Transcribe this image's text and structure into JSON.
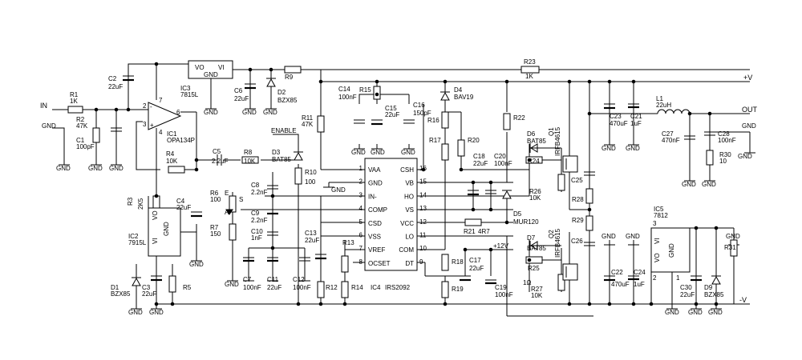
{
  "labels": {
    "in": "IN",
    "out": "OUT",
    "pos_v": "+V",
    "neg_v": "-V",
    "v12": "+12V",
    "gnd": "GND",
    "enable": "ENABLE"
  },
  "ic": {
    "ic1": {
      "ref": "IC1",
      "part": "OPA134P",
      "pins": [
        "2",
        "3",
        "6",
        "7",
        "4"
      ]
    },
    "ic2": {
      "ref": "IC2",
      "part": "7915L",
      "vo": "VO",
      "vi": "VI",
      "gnd": "GND"
    },
    "ic3": {
      "ref": "IC3",
      "part": "7815L",
      "vo": "VO",
      "vi": "VI",
      "gnd": "GND"
    },
    "ic5": {
      "ref": "IC5",
      "part": "7812",
      "vi": "VI",
      "vo": "VO",
      "gnd": "GND",
      "pins": [
        "3",
        "2",
        "1"
      ]
    },
    "ic4": {
      "ref": "IC4",
      "part": "IRS2092",
      "left": [
        {
          "n": "1",
          "name": "VAA"
        },
        {
          "n": "2",
          "name": "GND"
        },
        {
          "n": "3",
          "name": "IN-"
        },
        {
          "n": "4",
          "name": "COMP"
        },
        {
          "n": "5",
          "name": "CSD"
        },
        {
          "n": "6",
          "name": "VSS"
        },
        {
          "n": "7",
          "name": "VREF"
        },
        {
          "n": "8",
          "name": "OCSET"
        }
      ],
      "right": [
        {
          "n": "16",
          "name": "CSH"
        },
        {
          "n": "15",
          "name": "VB"
        },
        {
          "n": "14",
          "name": "HO"
        },
        {
          "n": "13",
          "name": "VS"
        },
        {
          "n": "12",
          "name": "VCC"
        },
        {
          "n": "11",
          "name": "LO"
        },
        {
          "n": "10",
          "name": "COM"
        },
        {
          "n": "9",
          "name": "DT"
        }
      ]
    }
  },
  "mosfets": {
    "q1": {
      "ref": "Q1",
      "part": "IRFB4615"
    },
    "q2": {
      "ref": "Q2",
      "part": "IRFB4615"
    }
  },
  "resistors": {
    "r1": {
      "ref": "R1",
      "val": "1K"
    },
    "r2": {
      "ref": "R2",
      "val": "47K"
    },
    "r3": {
      "ref": "R3",
      "val": "2K5"
    },
    "r4": {
      "ref": "R4",
      "val": "10K"
    },
    "r5": {
      "ref": "R5",
      "val": ""
    },
    "r6": {
      "ref": "R6",
      "val": "100"
    },
    "r7": {
      "ref": "R7",
      "val": "150"
    },
    "r8": {
      "ref": "R8",
      "val": "10K"
    },
    "r9": {
      "ref": "R9",
      "val": ""
    },
    "r10": {
      "ref": "R10",
      "val": "100"
    },
    "r11": {
      "ref": "R11",
      "val": "47K"
    },
    "r12": {
      "ref": "R12",
      "val": ""
    },
    "r13": {
      "ref": "R13",
      "val": ""
    },
    "r14": {
      "ref": "R14",
      "val": ""
    },
    "r15": {
      "ref": "R15",
      "val": ""
    },
    "r16": {
      "ref": "R16",
      "val": ""
    },
    "r17": {
      "ref": "R17",
      "val": ""
    },
    "r18": {
      "ref": "R18",
      "val": ""
    },
    "r19": {
      "ref": "R19",
      "val": ""
    },
    "r20": {
      "ref": "R20",
      "val": ""
    },
    "r21": {
      "ref": "R21",
      "val": "4R7"
    },
    "r22": {
      "ref": "R22",
      "val": ""
    },
    "r23": {
      "ref": "R23",
      "val": "1K"
    },
    "r24": {
      "ref": "R24",
      "val": ""
    },
    "r25": {
      "ref": "R25",
      "val": ""
    },
    "r26": {
      "ref": "R26",
      "val": "10K"
    },
    "r27": {
      "ref": "R27",
      "val": "10K"
    },
    "r28": {
      "ref": "R28",
      "val": ""
    },
    "r29": {
      "ref": "R29",
      "val": ""
    },
    "r30": {
      "ref": "R30",
      "val": "10"
    },
    "r31": {
      "ref": "R31",
      "val": ""
    },
    "r_1o": {
      "ref": "",
      "val": "1Ω"
    }
  },
  "capacitors": {
    "c1": {
      "ref": "C1",
      "val": "100pF"
    },
    "c2": {
      "ref": "C2",
      "val": "22uF"
    },
    "c3": {
      "ref": "C3",
      "val": "22uF"
    },
    "c4": {
      "ref": "C4",
      "val": "22uF"
    },
    "c5": {
      "ref": "C5",
      "val": "2.2uF"
    },
    "c6": {
      "ref": "C6",
      "val": "22uF"
    },
    "c7": {
      "ref": "C7",
      "val": "100nF"
    },
    "c8": {
      "ref": "C8",
      "val": "2.2nF"
    },
    "c9": {
      "ref": "C9",
      "val": "2.2nF"
    },
    "c10": {
      "ref": "C10",
      "val": "1nF"
    },
    "c11": {
      "ref": "C11",
      "val": "22uF"
    },
    "c12": {
      "ref": "C12",
      "val": "100nF"
    },
    "c13": {
      "ref": "C13",
      "val": "22uF"
    },
    "c14": {
      "ref": "C14",
      "val": "100nF"
    },
    "c15": {
      "ref": "C15",
      "val": "22uF"
    },
    "c16": {
      "ref": "C16",
      "val": "150pF"
    },
    "c17": {
      "ref": "C17",
      "val": "22uF"
    },
    "c18": {
      "ref": "C18",
      "val": "22uF"
    },
    "c19": {
      "ref": "C19",
      "val": "100nF"
    },
    "c20": {
      "ref": "C20",
      "val": "100nF"
    },
    "c21": {
      "ref": "C21",
      "val": "1uF"
    },
    "c22": {
      "ref": "C22",
      "val": "470uF"
    },
    "c23": {
      "ref": "C23",
      "val": "470uF"
    },
    "c24": {
      "ref": "C24",
      "val": "1uF"
    },
    "c25": {
      "ref": "C25",
      "val": ""
    },
    "c26": {
      "ref": "C26",
      "val": ""
    },
    "c27": {
      "ref": "C27",
      "val": "470nF"
    },
    "c28": {
      "ref": "C28",
      "val": "100nF"
    },
    "c30": {
      "ref": "C30",
      "val": "22uF"
    }
  },
  "diodes": {
    "d1": {
      "ref": "D1",
      "val": "BZX85"
    },
    "d2": {
      "ref": "D2",
      "val": "BZX85"
    },
    "d3": {
      "ref": "D3",
      "val": "BAT85"
    },
    "d4": {
      "ref": "D4",
      "val": "BAV19"
    },
    "d5": {
      "ref": "D5",
      "val": "MUR120"
    },
    "d6": {
      "ref": "D6",
      "val": "BAT85"
    },
    "d7": {
      "ref": "D7",
      "val": "BAT85"
    },
    "d9": {
      "ref": "D9",
      "val": "BZX85"
    }
  },
  "inductors": {
    "l1": {
      "ref": "L1",
      "val": "22uH"
    }
  },
  "pot": {
    "pins": [
      "E",
      "A",
      "S"
    ]
  }
}
